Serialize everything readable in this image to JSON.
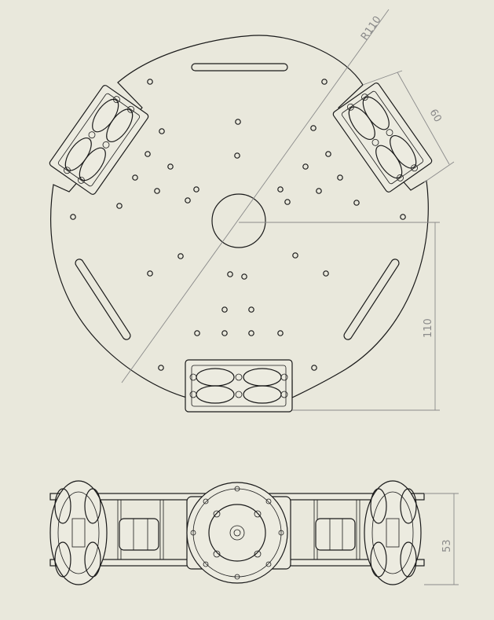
{
  "drawing": {
    "background": "#e9e8dc",
    "line_color": "#1a1a1a",
    "dimension_color": "#8a8a8a",
    "top_view": {
      "dimensions": {
        "radius": "R110",
        "wheel_width": "60",
        "half_depth": "110"
      }
    },
    "side_view": {
      "dimensions": {
        "height": "53"
      }
    }
  }
}
